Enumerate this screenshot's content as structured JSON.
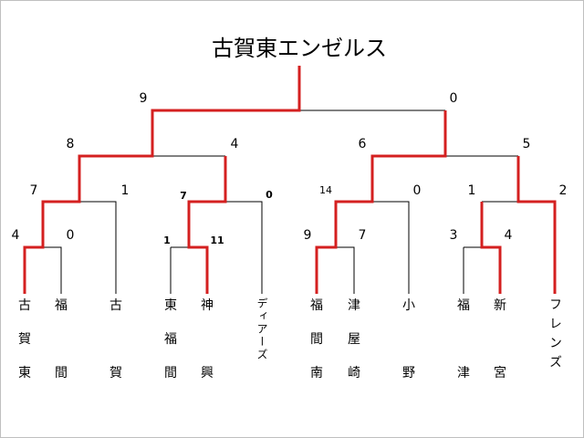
{
  "champion": "古賀東エンゼルス",
  "scores": {
    "final_left": "9",
    "final_right": "0",
    "sf1_left": "8",
    "sf1_right": "4",
    "sf2_left": "6",
    "sf2_right": "5",
    "qf1_left": "7",
    "qf1_right": "1",
    "qf2_left": "7",
    "qf2_right": "0",
    "qf3_left": "14",
    "qf3_right": "0",
    "qf4_left": "1",
    "qf4_right": "2",
    "r1a_left": "4",
    "r1a_right": "0",
    "r1b_left": "1",
    "r1b_right": "11",
    "r1c_left": "9",
    "r1c_right": "7",
    "r1d_left": "3",
    "r1d_right": "4"
  },
  "teams": [
    {
      "col1": "古",
      "col2": "賀",
      "col3": "東"
    },
    {
      "col1": "福",
      "col2": "",
      "col3": "間"
    },
    {
      "col1": "古",
      "col2": "",
      "col3": "賀"
    },
    {
      "col1": "東",
      "col2": "福",
      "col3": "間"
    },
    {
      "col1": "神",
      "col2": "",
      "col3": "興"
    },
    {
      "col1": "ディアーズ",
      "col2": "",
      "col3": ""
    },
    {
      "col1": "福",
      "col2": "間",
      "col3": "南"
    },
    {
      "col1": "津",
      "col2": "屋",
      "col3": "崎"
    },
    {
      "col1": "小",
      "col2": "",
      "col3": "野"
    },
    {
      "col1": "福",
      "col2": "",
      "col3": "津"
    },
    {
      "col1": "新",
      "col2": "",
      "col3": "宮"
    },
    {
      "col1": "フレンズ",
      "col2": "",
      "col3": ""
    }
  ],
  "colors": {
    "winner_line": "#d42020",
    "loser_line": "#000000"
  }
}
